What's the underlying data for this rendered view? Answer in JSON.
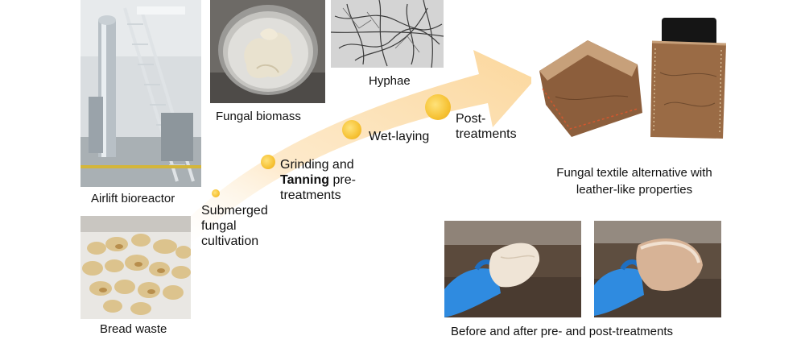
{
  "photos": {
    "airlift_bioreactor": {
      "caption": "Airlift bioreactor"
    },
    "fungal_biomass": {
      "caption": "Fungal biomass"
    },
    "hyphae": {
      "caption": "Hyphae"
    },
    "bread_waste": {
      "caption": "Bread waste"
    },
    "fungal_textile": {
      "caption_line1": "Fungal textile alternative with",
      "caption_line2": "leather-like properties"
    },
    "before_after": {
      "caption": "Before and after pre- and post-treatments"
    }
  },
  "stages": [
    {
      "line1": "Submerged",
      "line2": "fungal",
      "line3": "cultivation"
    },
    {
      "line1": "Grinding and",
      "bold": "Tanning",
      "line2_rest": " pre-",
      "line3": "treatments"
    },
    {
      "line1": "Wet-laying"
    },
    {
      "line1": "Post-",
      "line2": "treatments"
    }
  ],
  "colors": {
    "arrow_fill": "#fcdca8",
    "stage_dot": "#f6c234",
    "glove_blue": "#2f8be0",
    "textile_brown": "#8c5e3c"
  }
}
